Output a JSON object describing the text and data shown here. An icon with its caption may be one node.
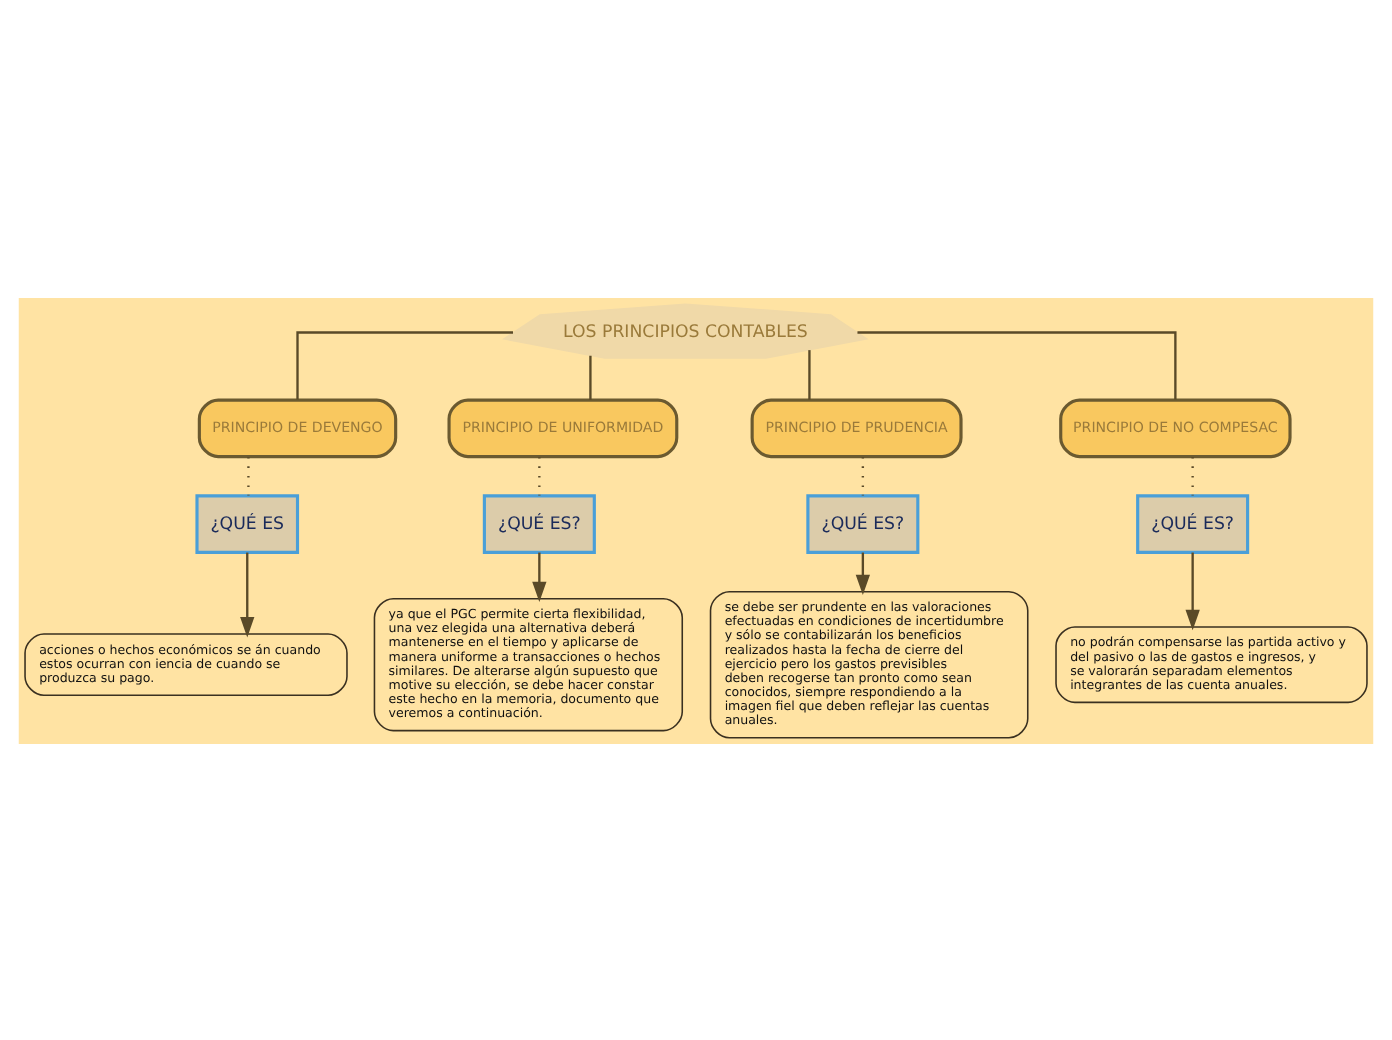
{
  "diagram": {
    "nodes": [
      {
        "text": [
          "LOS PRINCIPIOS CONTABLES"
        ]
      },
      {
        "text": [
          "PRINCIPIO DE DEVENGO"
        ]
      },
      {
        "text": [
          "PRINCIPIO DE UNIFORMIDAD"
        ]
      },
      {
        "text": [
          "PRINCIPIO DE PRUDENCIA"
        ]
      },
      {
        "text": [
          "PRINCIPIO DE NO COMPESAC"
        ]
      },
      {
        "text": [
          "¿QUÉ ES"
        ]
      },
      {
        "text": [
          "¿QUÉ ES?"
        ]
      },
      {
        "text": [
          "¿QUÉ ES?"
        ]
      },
      {
        "text": [
          "¿QUÉ ES?"
        ]
      },
      {
        "text": [
          "acciones o hechos económicos se án cuando estos ocurran con iencia de cuando se produzca su pago."
        ]
      },
      {
        "text": [
          "ya que el PGC permite cierta flexibilidad, una vez elegida una alternativa deberá mantenerse en el tiempo y aplicarse de manera uniforme a transacciones o hechos similares. De alterarse algún supuesto que motive su elección, se debe hacer constar este hecho en la memoria, documento que veremos a continuación."
        ]
      },
      {
        "text": [
          "se debe ser prundente en las valoraciones efectuadas en condiciones de incertidumbre y sólo se contabilizarán los beneficios realizados hasta la fecha de cierre del ejercicio pero los gastos previsibles deben recogerse tan pronto como sean conocidos, siempre respondiendo a la imagen fiel que deben reflejar las cuentas anuales."
        ]
      },
      {
        "text": [
          "no podrán compensarse las partida activo y del pasivo o las de gastos e ingresos, y se valorarán separadam elementos integrantes de las cuenta anuales."
        ]
      }
    ],
    "edges": [
      {
        "from": 0,
        "to": 1,
        "arrow": "none"
      },
      {
        "from": 0,
        "to": 2,
        "arrow": "none"
      },
      {
        "from": 0,
        "to": 3,
        "arrow": "none"
      },
      {
        "from": 0,
        "to": 4,
        "arrow": "none"
      },
      {
        "from": 1,
        "to": 5,
        "arrow": "none",
        "style": "dashed"
      },
      {
        "from": 2,
        "to": 6,
        "arrow": "none",
        "style": "dashed"
      },
      {
        "from": 3,
        "to": 7,
        "arrow": "none",
        "style": "dashed"
      },
      {
        "from": 4,
        "to": 8,
        "arrow": "none",
        "style": "dashed"
      },
      {
        "from": 5,
        "to": 9,
        "arrow": "to"
      },
      {
        "from": 6,
        "to": 10,
        "arrow": "to"
      },
      {
        "from": 7,
        "to": 11,
        "arrow": "to"
      },
      {
        "from": 8,
        "to": 12,
        "arrow": "to"
      }
    ]
  }
}
